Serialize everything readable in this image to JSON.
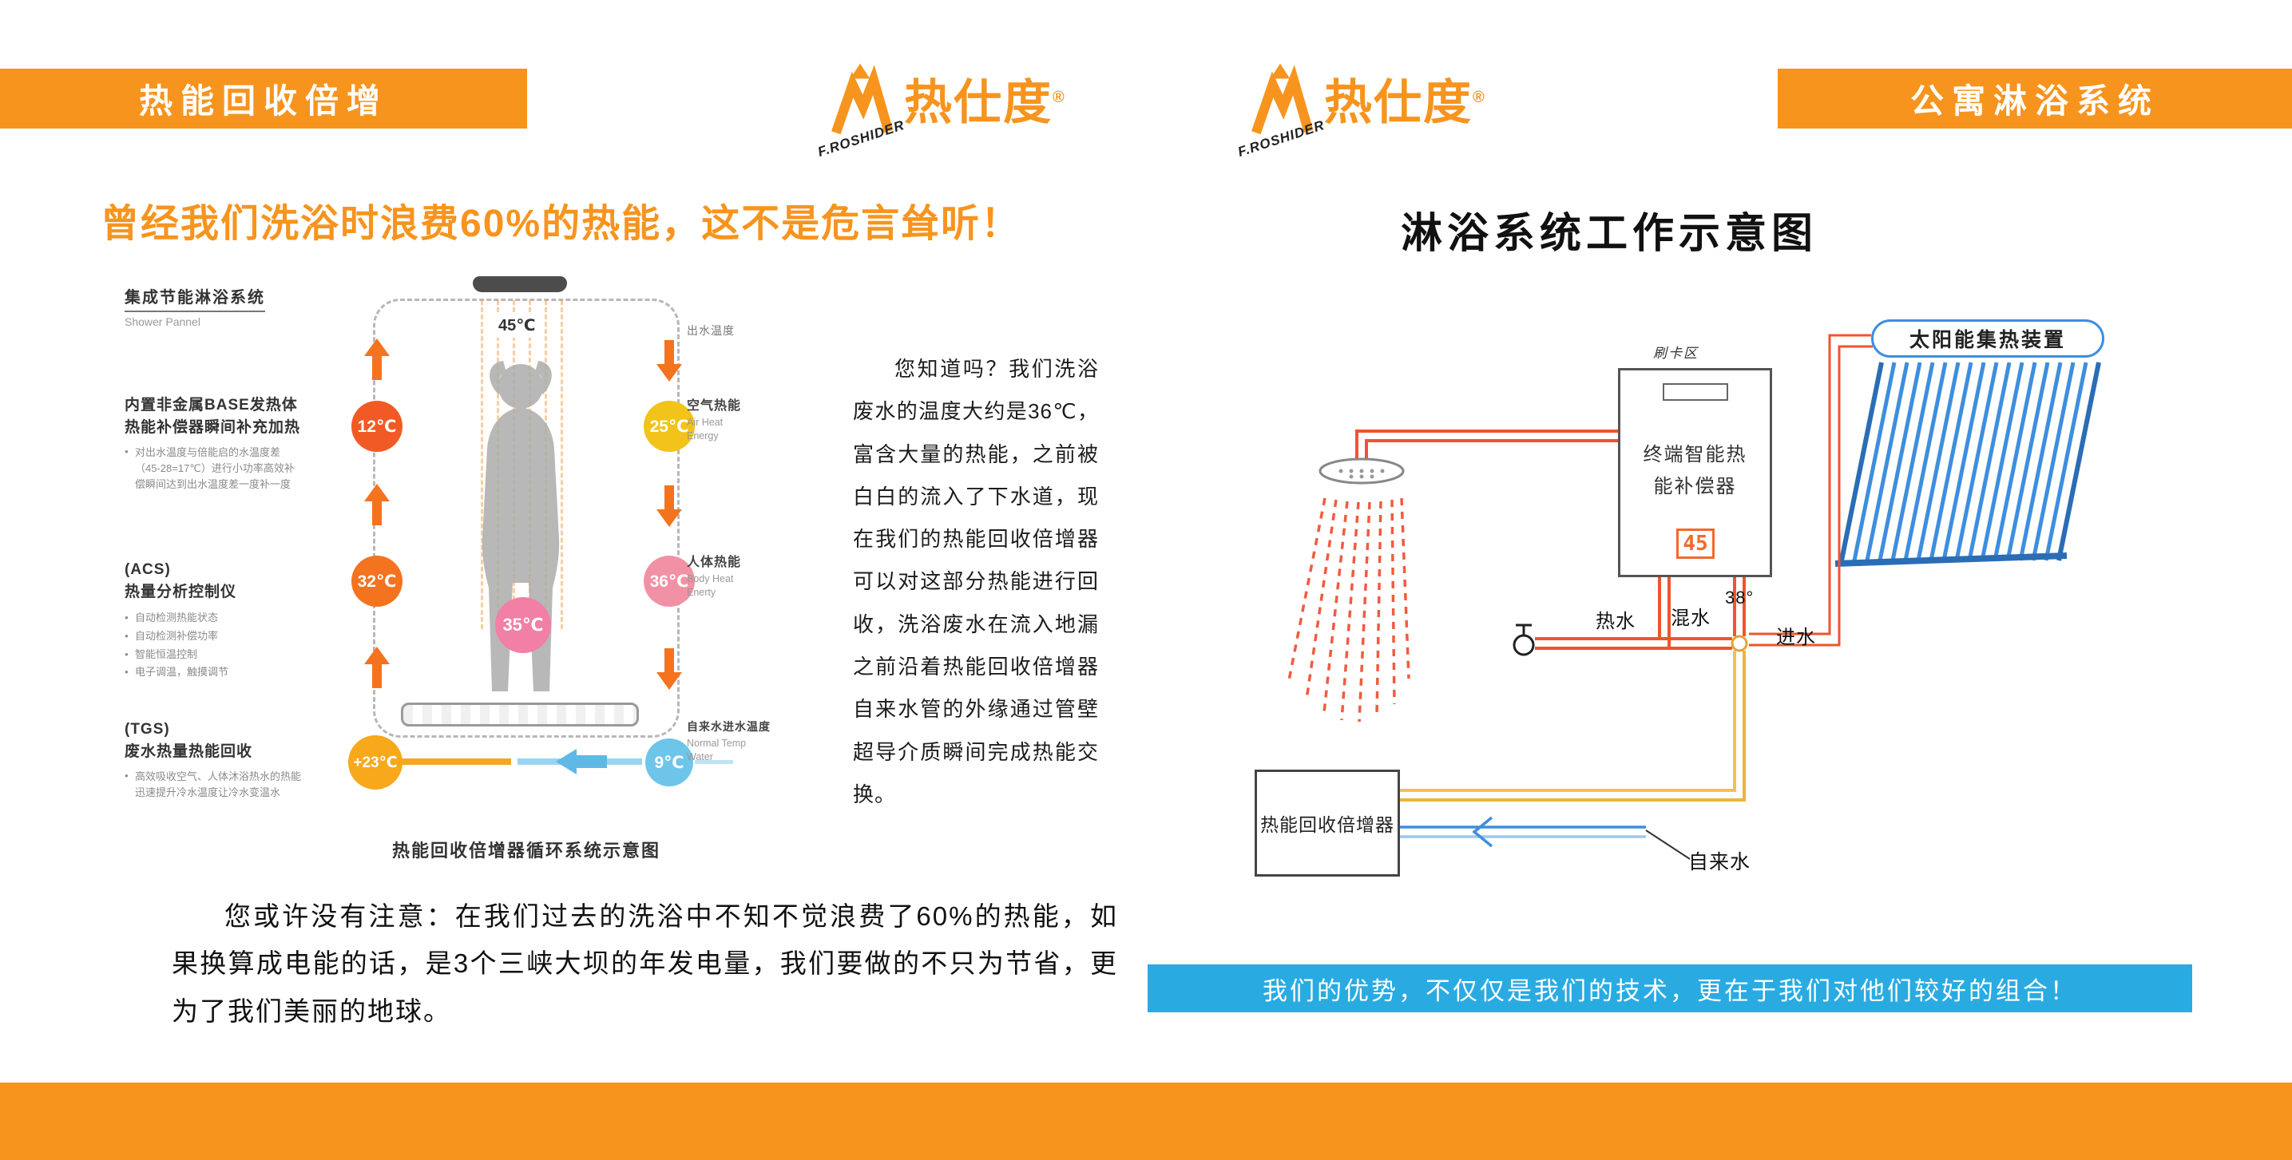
{
  "header": {
    "left_banner": "热能回收倍增",
    "right_banner": "公寓淋浴系统"
  },
  "brand": {
    "name": "热仕度",
    "reg": "®",
    "latin": "F.ROSHIDER"
  },
  "colors": {
    "orange": "#F7941E",
    "banner_blue": "#29ABE2"
  },
  "left_page": {
    "headline": "曾经我们洗浴时浪费60%的热能，这不是危言耸听！",
    "diagram": {
      "shower_panel_cn": "集成节能淋浴系统",
      "shower_panel_en": "Shower Pannel",
      "outlet_temp_label": "出水温度",
      "heater_title": "内置非金属BASE发热体\n热能补偿器瞬间补充加热",
      "heater_bullet": "对出水温度与倍能启的水温度差（45-28=17℃）进行小功率高效补偿瞬间达到出水温度差一度补一度",
      "acs_code": "(ACS)",
      "acs_title": "热量分析控制仪",
      "acs_bullets": [
        "自动检测热能状态",
        "自动检测补偿功率",
        "智能恒温控制",
        "电子调温，触摸调节"
      ],
      "tgs_code": "(TGS)",
      "tgs_title": "废水热量热能回收",
      "tgs_bullet": "高效吸收空气、人体沐浴热水的热能迅速提升冷水温度让冷水变温水",
      "air_heat_cn": "空气热能",
      "air_heat_en": "Air Heat\nEnergy",
      "body_heat_cn": "人体热能",
      "body_heat_en": "Body Heat\nEnerty",
      "normal_temp_cn": "自来水进水温度",
      "normal_temp_en": "Normal Temp\nWater",
      "temps": {
        "outlet": "45℃",
        "left_top": "12℃",
        "left_mid": "32℃",
        "left_bottom": "+23℃",
        "right_top": "25℃",
        "right_mid": "36℃",
        "right_bottom": "9℃",
        "center": "35℃"
      },
      "caption": "热能回收倍增器循环系统示意图"
    },
    "side_paragraph": "您知道吗？我们洗浴废水的温度大约是36℃，富含大量的热能，之前被白白的流入了下水道，现在我们的热能回收倍增器可以对这部分热能进行回收，洗浴废水在流入地漏之前沿着热能回收倍增器自来水管的外缘通过管壁超导介质瞬间完成热能交换。",
    "bottom_paragraph": "您或许没有注意：在我们过去的洗浴中不知不觉浪费了60%的热能，如果换算成电能的话，是3个三峡大坝的年发电量，我们要做的不只为节省，更为了我们美丽的地球。"
  },
  "right_page": {
    "title": "淋浴系统工作示意图",
    "diagram": {
      "card_zone_label": "刷卡区",
      "heater_name": "终端智能热\n能补偿器",
      "heater_display": "45",
      "solar_label": "太阳能集热装置",
      "hot_water_label": "热水",
      "mixed_water_label": "混水",
      "mix_temp_label": "38°",
      "inlet_water_label": "进水",
      "recovery_box_label": "热能回收倍增器",
      "tap_water_label": "自来水"
    },
    "banner": "我们的优势，不仅仅是我们的技术，更在于我们对他们较好的组合！"
  }
}
